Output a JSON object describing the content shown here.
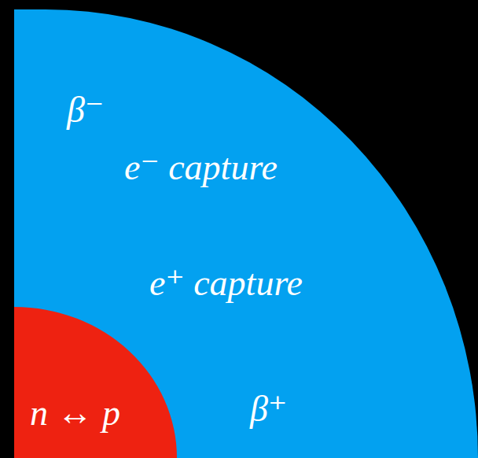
{
  "diagram": {
    "nodes": [
      {
        "text": [
          "β⁻",
          "e⁻ capture",
          "e⁺ capture",
          "β⁺"
        ]
      },
      {
        "text": [
          "n ↔ p"
        ],
        "in": 0
      }
    ]
  }
}
